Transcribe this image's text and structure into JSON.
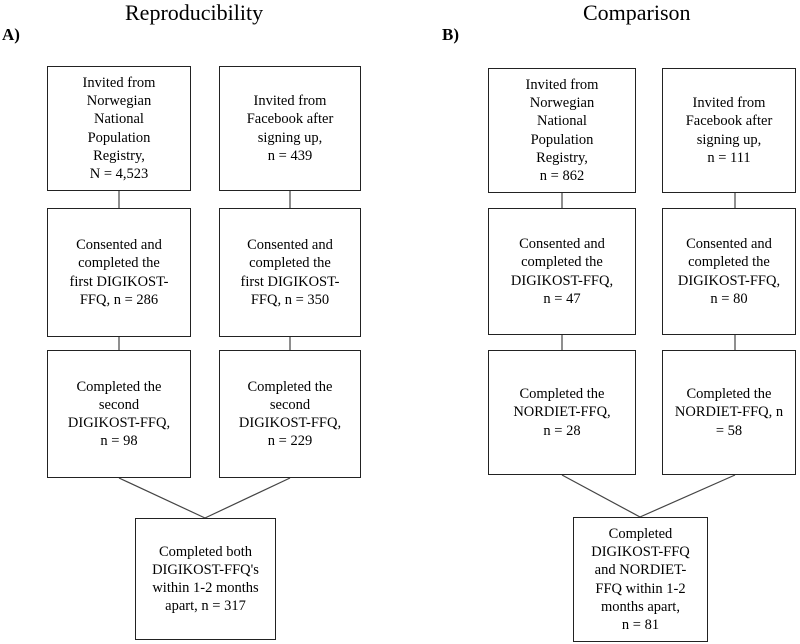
{
  "panel_a": {
    "label": "A)",
    "title": "Reproducibility",
    "boxes": {
      "invited_registry": "Invited from\nNorwegian\nNational\nPopulation\nRegistry,\nN = 4,523",
      "invited_facebook": "Invited from\nFacebook after\nsigning up,\nn = 439",
      "consented_registry": "Consented and\ncompleted the\nfirst DIGIKOST-\nFFQ, n = 286",
      "consented_facebook": "Consented and\ncompleted the\nfirst DIGIKOST-\nFFQ, n = 350",
      "completed_second_registry": "Completed the\nsecond\nDIGIKOST-FFQ,\nn = 98",
      "completed_second_facebook": "Completed the\nsecond\nDIGIKOST-FFQ,\nn = 229",
      "completed_both": "Completed both\nDIGIKOST-FFQ's\nwithin 1-2 months\napart,  n  = 317"
    }
  },
  "panel_b": {
    "label": "B)",
    "title": "Comparison",
    "boxes": {
      "invited_registry": "Invited from\nNorwegian\nNational\nPopulation\nRegistry,\nn = 862",
      "invited_facebook": "Invited from\nFacebook after\nsigning up,\nn = 111",
      "consented_registry": "Consented and\ncompleted the\nDIGIKOST-FFQ,\nn = 47",
      "consented_facebook": "Consented and\ncompleted the\nDIGIKOST-FFQ,\nn = 80",
      "completed_nordiet_registry": "Completed the\nNORDIET-FFQ,\nn = 28",
      "completed_nordiet_facebook": "Completed the\nNORDIET-FFQ,  n\n= 58",
      "completed_both": "Completed\nDIGIKOST-FFQ\nand NORDIET-\nFFQ within 1-2\nmonths apart,\nn = 81"
    }
  }
}
